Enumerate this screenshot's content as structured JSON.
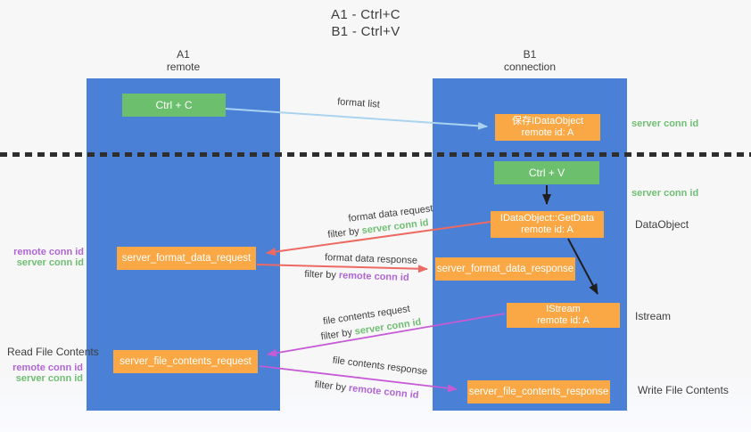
{
  "title": {
    "line1": "A1 - Ctrl+C",
    "line2": "B1 - Ctrl+V"
  },
  "lifelines": {
    "left": {
      "name": "A1",
      "subtitle": "remote"
    },
    "right": {
      "name": "B1",
      "subtitle": "connection"
    }
  },
  "nodes": {
    "ctrl_c": {
      "label": "Ctrl + C"
    },
    "ctrl_v": {
      "label": "Ctrl + V"
    },
    "save_dataobject": {
      "line1": "保存IDataObject",
      "line2": "remote id: A"
    },
    "getdata": {
      "line1": "IDataObject::GetData",
      "line2": "remote id: A"
    },
    "istream": {
      "line1": "IStream",
      "line2": "remote id: A"
    },
    "format_request": {
      "label": "server_format_data_request"
    },
    "format_response": {
      "label": "server_format_data_response"
    },
    "file_request": {
      "label": "server_file_contents_request"
    },
    "file_response": {
      "label": "server_file_contents_response"
    }
  },
  "arrow_labels": {
    "format_list": "format list",
    "format_data_request": "format data request",
    "format_data_response": "format data response",
    "file_contents_request": "file contents request",
    "file_contents_response": "file contents response",
    "filter_by": "filter by ",
    "server_conn_id": "server conn id",
    "remote_conn_id": "remote conn id"
  },
  "side_labels": {
    "server_conn_id_top": "server conn id",
    "server_conn_id_mid": "server conn id",
    "dataobject": "DataObject",
    "istream": "Istream",
    "write_file_contents": "Write File Contents",
    "read_file_contents": "Read File Contents",
    "remote_conn_id": "remote conn id",
    "server_conn_id": "server conn id"
  },
  "colors": {
    "column-blue": "#4a80d6",
    "node-green": "#6cbf6c",
    "node-orange": "#f9a845",
    "arrow-blue": "#a9d3ee",
    "arrow-red": "#ed6a62",
    "arrow-magenta": "#c55bd5",
    "arrow-black": "#1f1f1f",
    "text-green": "#6fbf72",
    "text-purple": "#b066d4",
    "text-dark": "#3d3d3d"
  }
}
